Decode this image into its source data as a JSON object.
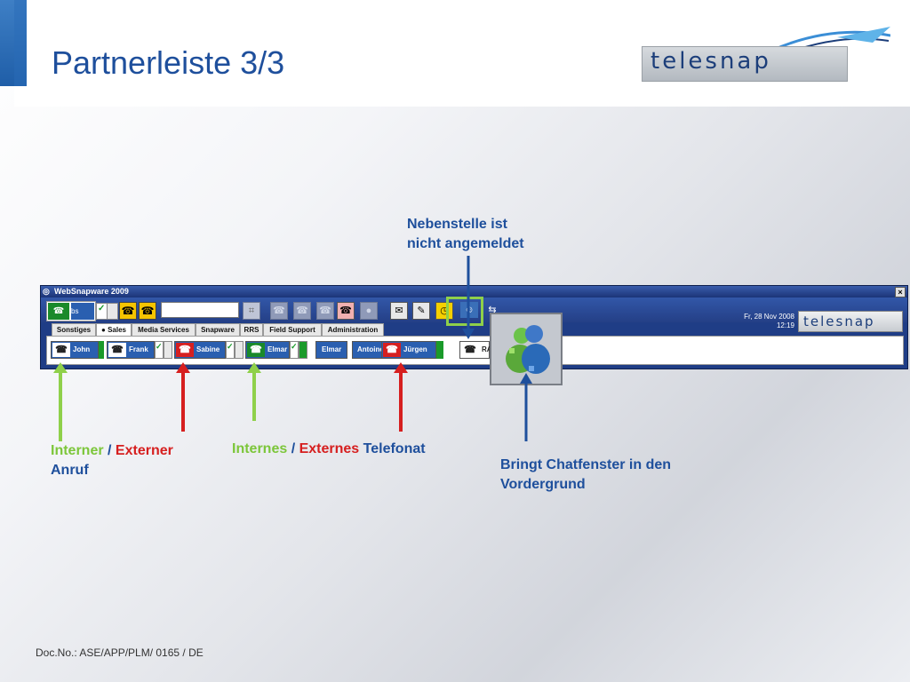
{
  "slide": {
    "title": "Partnerleiste 3/3",
    "footer": "Doc.No.: ASE/APP/PLM/ 0165 / DE"
  },
  "brand": {
    "logo_text": "telesnap"
  },
  "window": {
    "title": "WebSnapware 2009",
    "close_label": "×",
    "ext_label": "bs",
    "date": "Fr, 28 Nov 2008",
    "time": "12:19",
    "logo_text": "telesnap"
  },
  "tabs": [
    "Sonstiges",
    "● Sales",
    "Media Services",
    "Snapware",
    "RRS",
    "Field Support",
    "Administration"
  ],
  "partners": [
    {
      "name": "John"
    },
    {
      "name": "Frank"
    },
    {
      "name": "Sabine"
    },
    {
      "name": "Elmar"
    },
    {
      "name": "Elmar"
    },
    {
      "name": "Antoine"
    },
    {
      "name": "Jürgen"
    },
    {
      "name": "RA"
    }
  ],
  "annotations": {
    "not_logged_in_line1": "Nebenstelle ist",
    "not_logged_in_line2": "nicht angemeldet",
    "call_internal": "Interner",
    "call_sep": " / ",
    "call_external": "Externer",
    "call_line2": "Anruf",
    "phone_internal": "Internes",
    "phone_sep": " / ",
    "phone_external": "Externes",
    "phone_word": " Telefonat",
    "chat_line1": "Bringt Chatfenster in den",
    "chat_line2": "Vordergrund"
  },
  "colors": {
    "title_blue": "#1e4f9c",
    "arrow_green": "#8fd04a",
    "arrow_red": "#d61f1f",
    "arrow_blue": "#1e4f9c"
  }
}
